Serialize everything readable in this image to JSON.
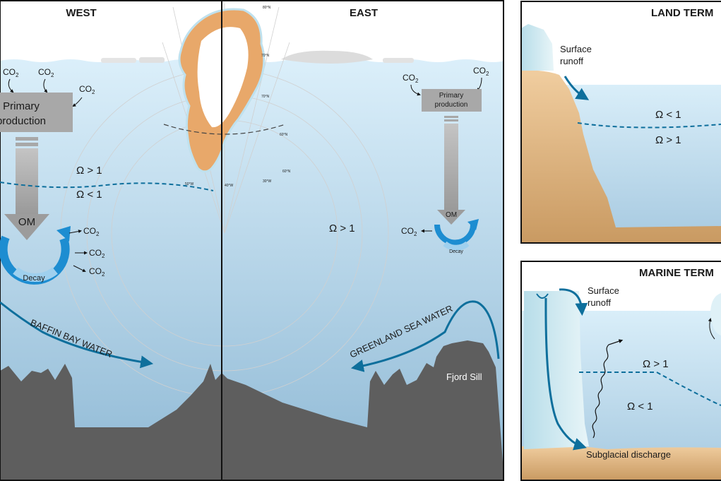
{
  "west": {
    "title": "WEST",
    "co2_labels": [
      "CO",
      "CO",
      "CO"
    ],
    "subscript": "2",
    "primary_production": [
      "Primary",
      "production"
    ],
    "omega_gt": "Ω > 1",
    "omega_lt": "Ω < 1",
    "om": "OM",
    "decay": "Decay",
    "decay_co2": [
      "CO",
      "CO",
      "CO"
    ],
    "water_mass": "BAFFIN BAY WATER"
  },
  "east": {
    "title": "EAST",
    "co2_labels": [
      "CO",
      "CO"
    ],
    "primary_production": [
      "Primary",
      "production"
    ],
    "omega_gt": "Ω > 1",
    "om": "OM",
    "decay": "Decay",
    "decay_co2": "CO",
    "water_mass": "GREENLAND SEA WATER",
    "sill": "Fjord Sill"
  },
  "map": {
    "lat_labels": [
      "80°N",
      "70°N",
      "70°N",
      "60°N",
      "60°N"
    ],
    "lon_labels": [
      "50°W",
      "40°W",
      "30°W"
    ]
  },
  "land": {
    "title": "LAND TERM",
    "runoff": [
      "Surface",
      "runoff"
    ],
    "omega_lt": "Ω < 1",
    "omega_gt": "Ω > 1"
  },
  "marine": {
    "title": "MARINE TERM",
    "runoff": [
      "Surface",
      "runoff"
    ],
    "omega_gt": "Ω > 1",
    "omega_lt": "Ω < 1",
    "discharge": "Subglacial discharge"
  },
  "colors": {
    "water_top": "#d8edf8",
    "water_bottom": "#94bdd8",
    "seafloor": "#5e5e5e",
    "arrow_blue": "#0e6f9c",
    "decay_blue": "#1d8dd1",
    "box_gray": "#a8a8a8",
    "sand": "#e9c08e"
  }
}
